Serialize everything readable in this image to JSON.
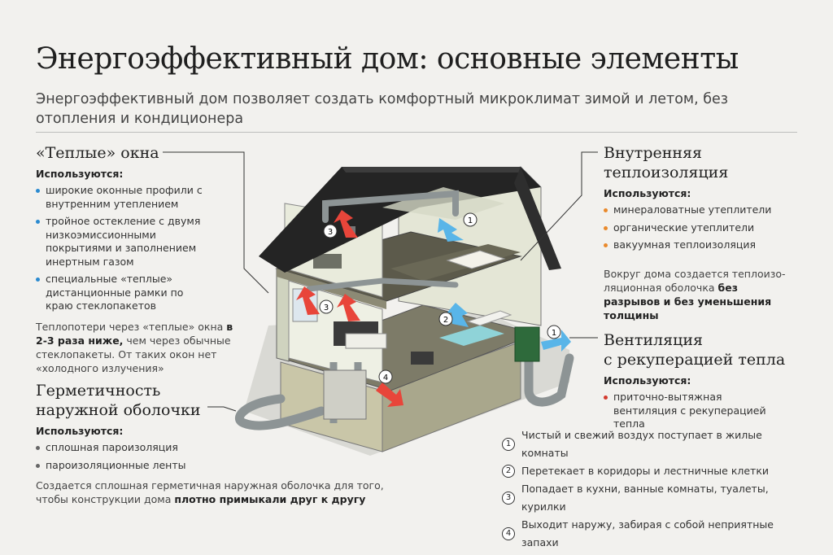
{
  "title": "Энергоэффективный дом: основные элементы",
  "subtitle": "Энергоэффективный дом позволяет создать комфортный микроклимат зимой и летом, без отопления и кондиционера",
  "windows": {
    "title": "«Теплые» окна",
    "used_label": "Используются:",
    "items": [
      "широкие оконные профили с внутренним утеплением",
      "тройное остекление с двумя низкоэмиссионными покрытиями и заполнением инертным газом",
      "специальные «теплые» дистанционные рамки по краю стеклопакетов"
    ],
    "note_pre": "Теплопотери через «теплые» окна",
    "note_bold": "в 2-3 раза ниже,",
    "note_post": "чем через обычные стеклопакеты. От таких окон нет «холодного излучения»"
  },
  "envelope": {
    "title_line1": "Герметичность",
    "title_line2": "наружной оболочки",
    "used_label": "Используются:",
    "items": [
      "сплошная пароизоляция",
      "пароизоляционные ленты"
    ],
    "note_pre": "Создается сплошная герметичная наружная оболочка для того, чтобы конструкции дома",
    "note_bold": "плотно примыкали друг к другу"
  },
  "insulation": {
    "title_line1": "Внутренняя",
    "title_line2": "теплоизоляция",
    "used_label": "Используются:",
    "items": [
      "минераловатные утеплители",
      "органические утеплители",
      "вакуумная теплоизоляция"
    ],
    "note_pre": "Вокруг дома создается теплоизо-ляционная оболочка",
    "note_bold": "без разрывов и без уменьшения толщины"
  },
  "ventilation": {
    "title_line1": "Вентиляция",
    "title_line2": "с рекуперацией тепла",
    "used_label": "Используются:",
    "items": [
      "приточно-вытяжная вентиляция с рекуперацией тепла"
    ]
  },
  "legend": [
    {
      "num": "1",
      "text": "Чистый и свежий воздух поступает в жилые комнаты"
    },
    {
      "num": "2",
      "text": "Перетекает в коридоры и лестничные клетки"
    },
    {
      "num": "3",
      "text": "Попадает в кухни, ванные комнаты, туалеты, курилки"
    },
    {
      "num": "4",
      "text": "Выходит наружу, забирая с собой неприятные запахи"
    }
  ],
  "diagram_markers": [
    "1",
    "1",
    "2",
    "3",
    "3",
    "4"
  ],
  "colors": {
    "cold_air": "#59b5e8",
    "warm_air": "#e8453a",
    "roof": "#222222",
    "wall": "#d8dccb",
    "floor": "#7c7a66",
    "duct": "#8d9495"
  }
}
